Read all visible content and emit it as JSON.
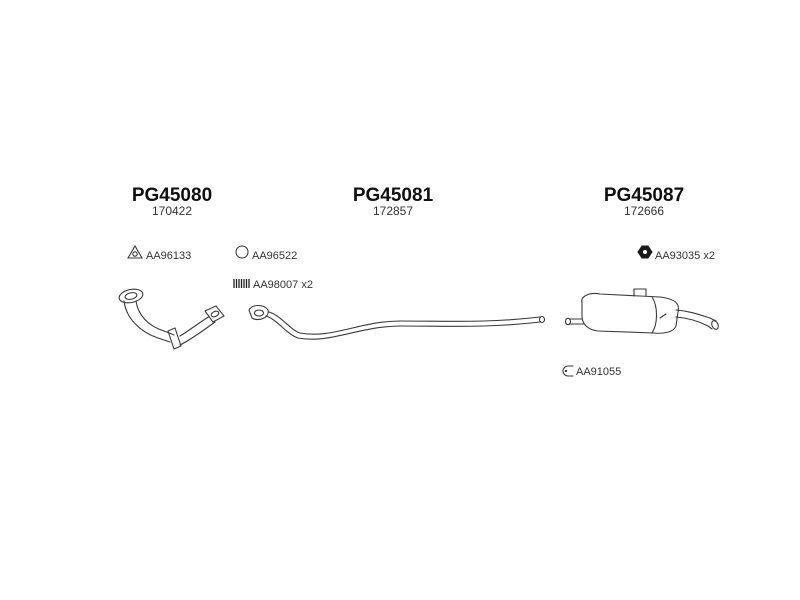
{
  "parts": [
    {
      "part_number": "PG45080",
      "reference": "170422"
    },
    {
      "part_number": "PG45081",
      "reference": "172857"
    },
    {
      "part_number": "PG45087",
      "reference": "172666"
    }
  ],
  "accessories": [
    {
      "code": "AA96133",
      "icon": "triangle-gasket-icon"
    },
    {
      "code": "AA96522",
      "icon": "ring-gasket-icon"
    },
    {
      "code": "AA98007 x2",
      "icon": "spring-icon"
    },
    {
      "code": "AA93035 x2",
      "icon": "hex-nut-icon"
    },
    {
      "code": "AA91055",
      "icon": "clamp-icon"
    }
  ]
}
